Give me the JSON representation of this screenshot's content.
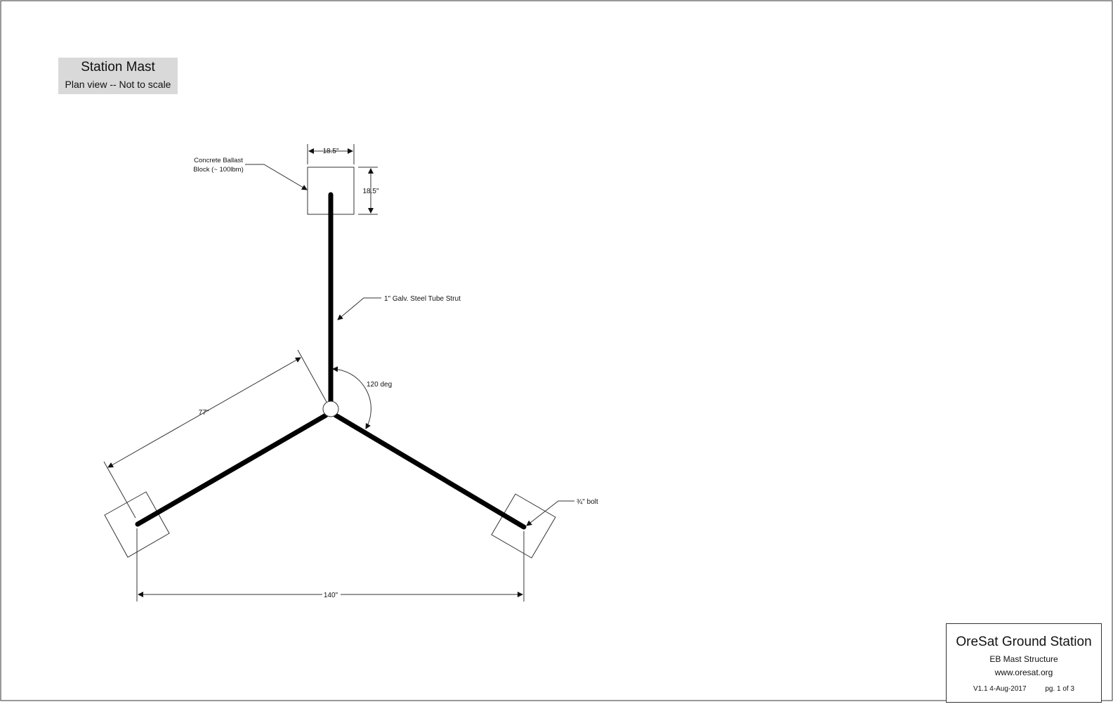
{
  "title_box": {
    "title": "Station Mast",
    "subtitle": "Plan view -- Not to scale"
  },
  "labels": {
    "ballast_line1": "Concrete Ballast",
    "ballast_line2": "Block (~ 100lbm)",
    "block_width": "18.5\"",
    "block_height": "18.5\"",
    "strut": "1\" Galv. Steel Tube Strut",
    "angle": "120 deg",
    "leg_length": "77\"",
    "span": "140\"",
    "bolt": "¾\" bolt"
  },
  "title_block": {
    "org": "OreSat Ground Station",
    "subtitle": "EB Mast Structure",
    "url": "www.oresat.org",
    "version": "V1.1  4-Aug-2017",
    "page": "pg. 1 of 3"
  },
  "colors": {
    "strut": "#000000",
    "title_fill": "#d9d9d9",
    "line": "#222222"
  }
}
